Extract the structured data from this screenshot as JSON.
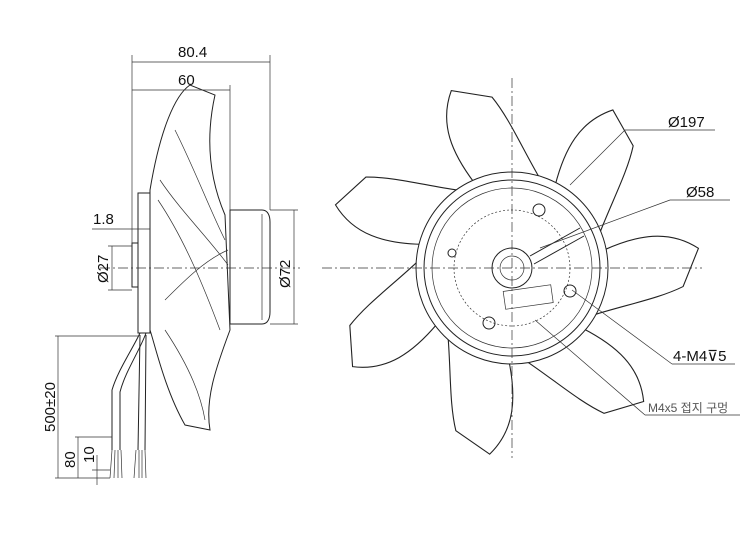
{
  "side_view": {
    "overall_depth": "80.4",
    "rotor_depth": "60",
    "flange_offset": "1.8",
    "hub_diameter": "Ø27",
    "motor_diameter": "Ø72",
    "cable_length": "500±20",
    "strip_length": "80",
    "wire_strip": "10"
  },
  "front_view": {
    "fan_diameter": "Ø197",
    "bolt_circle": "Ø58",
    "mount_holes": "4-M4⊽5",
    "ground_hole": "M4x5 접지 구멍"
  },
  "colors": {
    "line": "#222222",
    "note": "#555555"
  }
}
